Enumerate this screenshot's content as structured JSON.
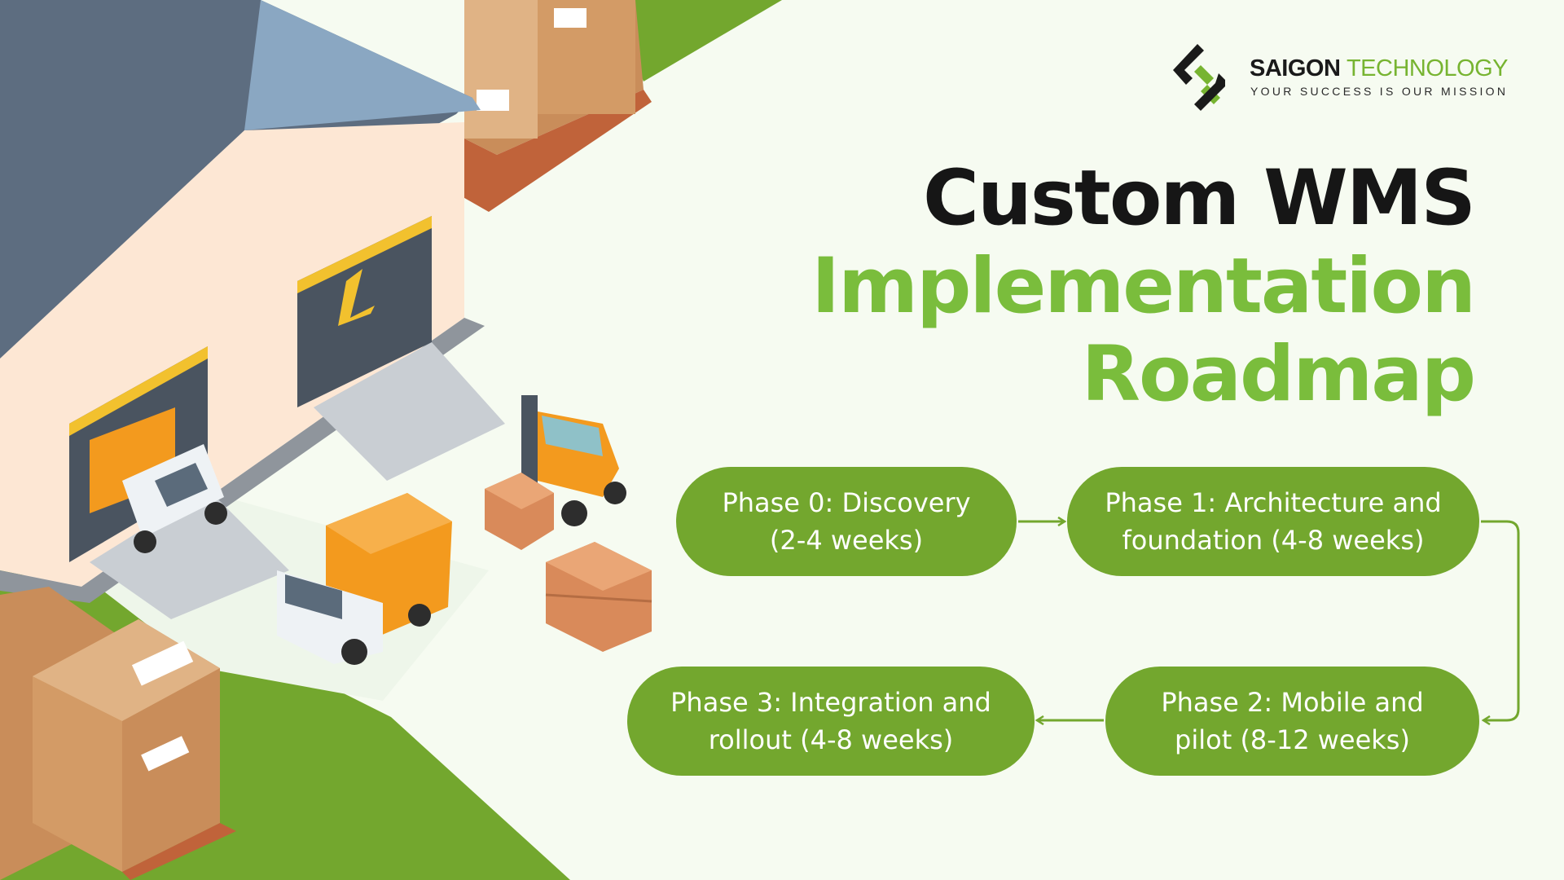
{
  "brand": {
    "name_part1": "SAIGON",
    "name_part2": "TECHNOLOGY",
    "tagline": "YOUR SUCCESS IS OUR MISSION",
    "colors": {
      "dark": "#1a1a1a",
      "green": "#77b431"
    }
  },
  "title": {
    "line1": "Custom WMS",
    "line2": "Implementation",
    "line3": "Roadmap"
  },
  "phases": [
    {
      "label": "Phase 0: Discovery\n(2-4 weeks)"
    },
    {
      "label": "Phase 1: Architecture and\nfoundation (4-8 weeks)"
    },
    {
      "label": "Phase 2: Mobile and\npilot (8-12 weeks)"
    },
    {
      "label": "Phase 3: Integration and\nrollout (4-8 weeks)"
    }
  ],
  "colors": {
    "phase_fill": "#73a72e",
    "background": "#f6fbf1",
    "accent_green": "#7abd3c"
  }
}
